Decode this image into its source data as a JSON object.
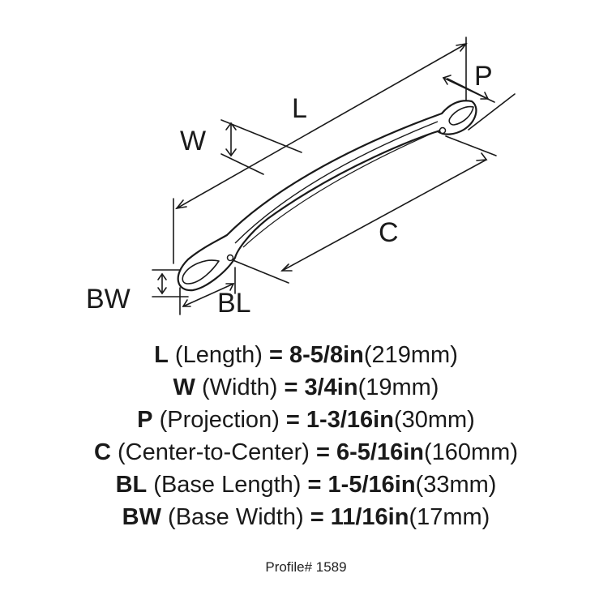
{
  "diagram": {
    "labels": {
      "length": "L",
      "width": "W",
      "projection": "P",
      "center": "C",
      "base_length": "BL",
      "base_width": "BW"
    }
  },
  "specs": [
    {
      "symbol": "L",
      "name": "(Length)",
      "equals": "=",
      "imperial": "8-5/8in",
      "metric": "(219mm)"
    },
    {
      "symbol": "W",
      "name": "(Width)",
      "equals": "=",
      "imperial": "3/4in",
      "metric": "(19mm)"
    },
    {
      "symbol": "P",
      "name": "(Projection)",
      "equals": "=",
      "imperial": "1-3/16in",
      "metric": "(30mm)"
    },
    {
      "symbol": "C",
      "name": "(Center-to-Center)",
      "equals": "=",
      "imperial": "6-5/16in",
      "metric": "(160mm)"
    },
    {
      "symbol": "BL",
      "name": "(Base Length)",
      "equals": "=",
      "imperial": "1-5/16in",
      "metric": "(33mm)"
    },
    {
      "symbol": "BW",
      "name": "(Base Width)",
      "equals": "=",
      "imperial": "11/16in",
      "metric": "(17mm)"
    }
  ],
  "profile": "Profile# 1589"
}
